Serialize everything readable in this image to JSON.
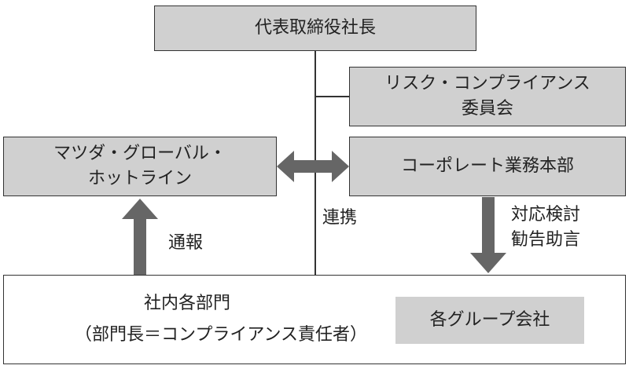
{
  "boxes": {
    "president": "代表取締役社長",
    "risk_committee_line1": "リスク・コンプライアンス",
    "risk_committee_line2": "委員会",
    "hotline_line1": "マツダ・グローバル・",
    "hotline_line2": "ホットライン",
    "corporate_hq": "コーポレート業務本部",
    "departments_line1": "社内各部門",
    "departments_line2": "（部門長＝コンプライアンス責任者）",
    "group_companies": "各グループ会社"
  },
  "labels": {
    "coordination": "連携",
    "report": "通報",
    "response_line1": "対応検討",
    "response_line2": "勧告助言"
  },
  "colors": {
    "box_fill": "#d0d0d0",
    "line": "#333333",
    "arrow": "#666666",
    "background": "#ffffff"
  }
}
